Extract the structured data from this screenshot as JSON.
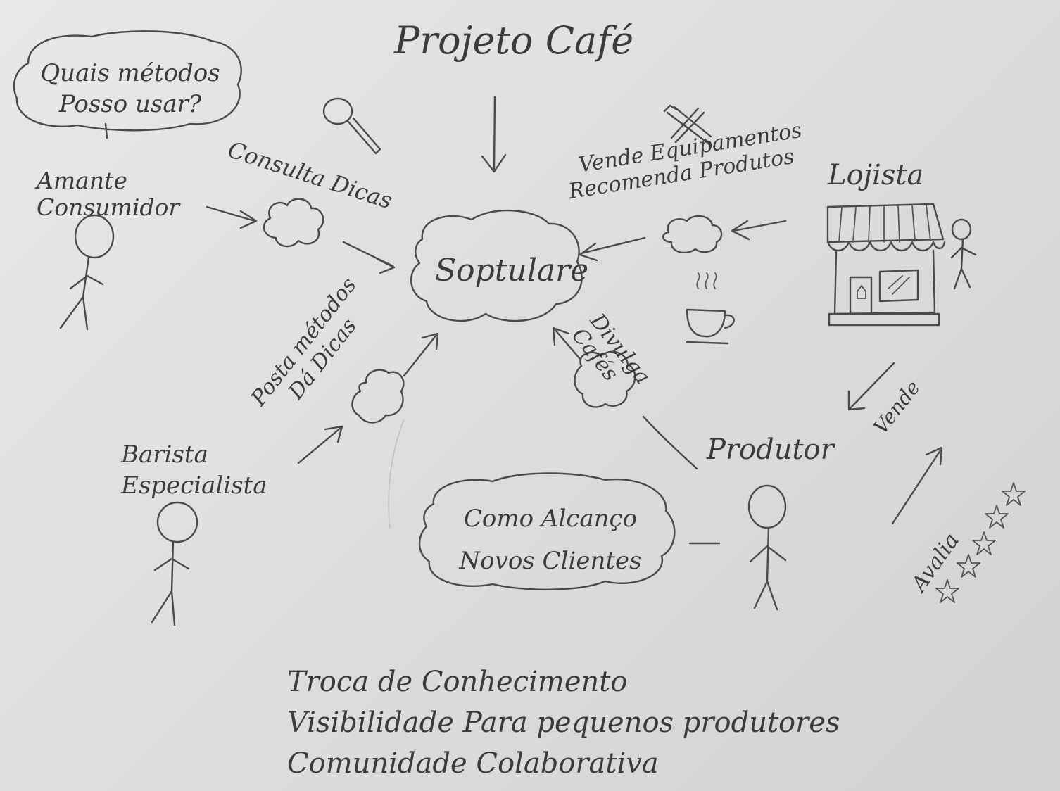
{
  "title": "Projeto Café",
  "central_node": "Soptulare",
  "speech_bubble": {
    "line1": "Quais métodos",
    "line2": "Posso usar?"
  },
  "actors": {
    "amante": {
      "line1": "Amante",
      "line2": "Consumidor"
    },
    "barista": {
      "line1": "Barista",
      "line2": "Especialista"
    },
    "lojista": "Lojista",
    "produtor": "Produtor"
  },
  "edge_labels": {
    "consulta": "Consulta Dicas",
    "vende_line1": "Vende Equipamentos",
    "vende_line2": "Recomenda Produtos",
    "divulga_line1": "Divulga",
    "divulga_line2": "Cafés",
    "posta_line1": "Posta métodos",
    "posta_line2": "Dá Dicas",
    "vende_produtor": "Vende",
    "avalia": "Avalia"
  },
  "thought_bubble": {
    "line1": "Como Alcanço",
    "line2": "Novos Clientes"
  },
  "footer": [
    "Troca de Conhecimento",
    "Visibilidade Para pequenos produtores",
    "Comunidade Colaborativa"
  ]
}
